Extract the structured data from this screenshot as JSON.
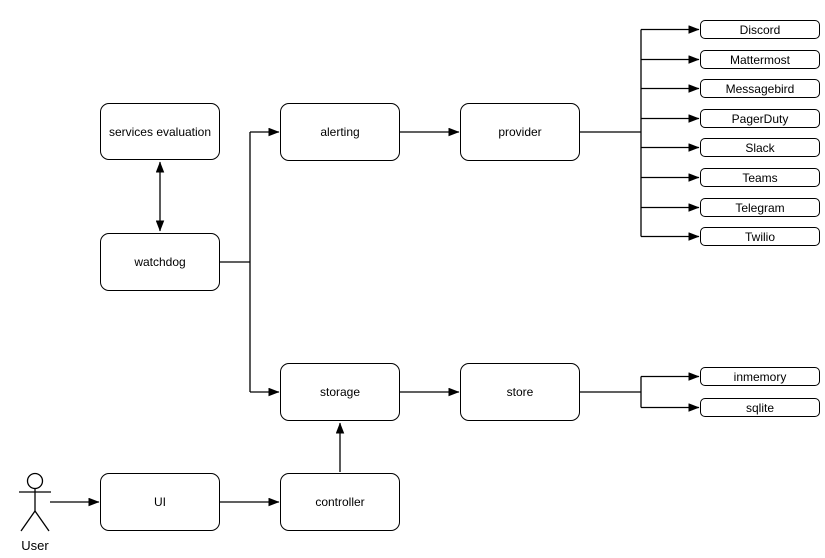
{
  "diagram": {
    "background_color": "#ffffff",
    "line_color": "#000000",
    "text_color": "#000000",
    "nodes": {
      "services_evaluation": "services evaluation",
      "watchdog": "watchdog",
      "alerting": "alerting",
      "provider": "provider",
      "storage": "storage",
      "store": "store",
      "ui": "UI",
      "controller": "controller"
    },
    "alerting_providers": [
      "Discord",
      "Mattermost",
      "Messagebird",
      "PagerDuty",
      "Slack",
      "Teams",
      "Telegram",
      "Twilio"
    ],
    "storage_backends": [
      "inmemory",
      "sqlite"
    ],
    "actor": {
      "label": "User"
    }
  }
}
